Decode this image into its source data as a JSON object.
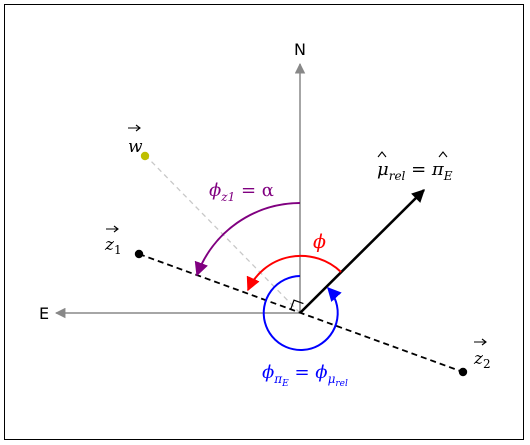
{
  "labels": {
    "north": "N",
    "east": "E",
    "w": "w",
    "z1": "z",
    "z1_sub": "1",
    "z2": "z",
    "z2_sub": "2",
    "phi": "ϕ",
    "phi_z1_alpha": {
      "phi": "ϕ",
      "sub": "z1",
      "eq": " = α"
    },
    "mu_rel_eq_pi_E": {
      "mu": "μ",
      "mu_sub": "rel",
      "eq": " = ",
      "pi": "π",
      "pi_sub": "E"
    },
    "phi_pi_eq_phi_mu": {
      "phi1": "ϕ",
      "sub1_pi": "π",
      "sub1_E": "E",
      "eq": " = ",
      "phi2": "ϕ",
      "sub2_mu": "μ",
      "sub2_rel": "rel"
    }
  },
  "colors": {
    "axis": "#888888",
    "black": "#000000",
    "purple": "#800080",
    "red": "#ff0000",
    "blue": "#0000ff",
    "w_point": "#bfbf00",
    "w_line": "#c8c8c8"
  },
  "icons": [
    "arrowhead",
    "right-angle-marker",
    "point-marker"
  ]
}
